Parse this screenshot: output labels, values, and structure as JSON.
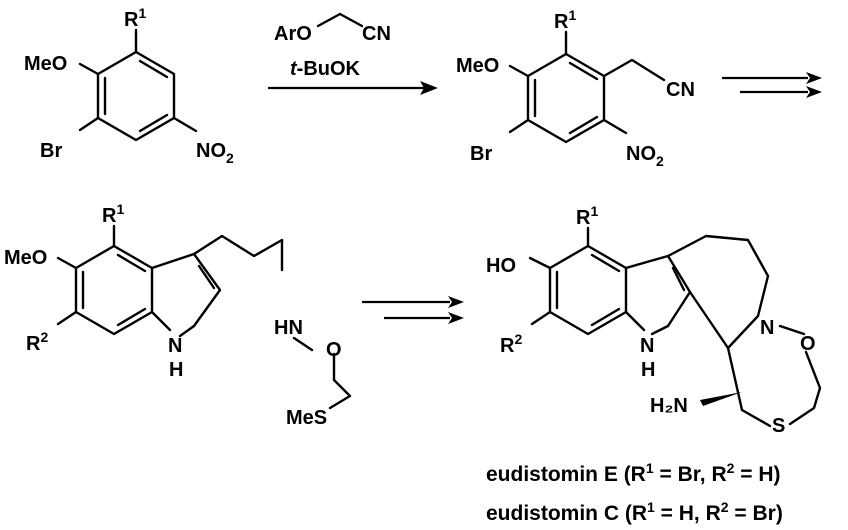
{
  "labels": {
    "r1": "R",
    "r1_sup": "1",
    "r2": "R",
    "r2_sup": "2",
    "meo": "MeO",
    "br": "Br",
    "no2_main": "NO",
    "no2_sub": "2",
    "cn": "CN",
    "aro": "ArO",
    "tbuok_t": "t",
    "tbuok_rest": "-BuOK",
    "nh_n": "N",
    "nh_h": "H",
    "hn": "HN",
    "o": "O",
    "mes": "MeS",
    "s": "S",
    "ho": "HO",
    "n": "N",
    "h2n": "H₂N"
  },
  "captions": [
    {
      "name": "eudistomin E",
      "r1": "Br",
      "r2": "H"
    },
    {
      "name": "eudistomin C",
      "r1": "H",
      "r2": "Br"
    }
  ],
  "caption_parts": {
    "open": " (R",
    "eq": " = ",
    "comma": ", R",
    "close": ")",
    "sup1": "1",
    "sup2": "2"
  }
}
